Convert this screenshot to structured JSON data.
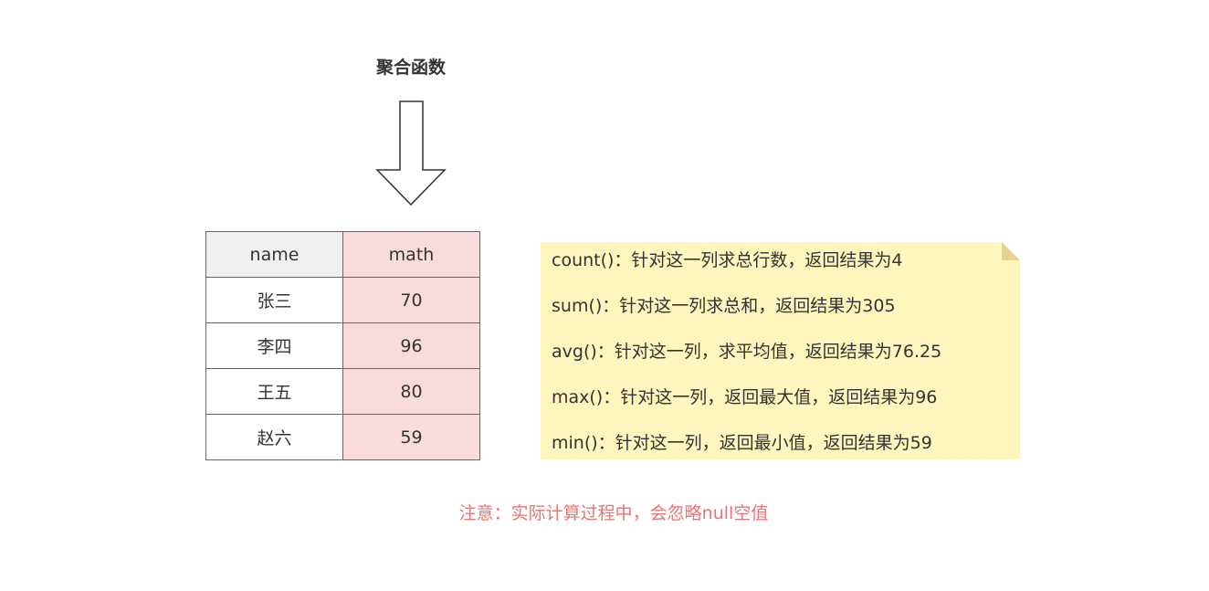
{
  "title": "聚合函数",
  "table": {
    "headers": [
      "name",
      "math"
    ],
    "rows": [
      [
        "张三",
        "70"
      ],
      [
        "李四",
        "96"
      ],
      [
        "王五",
        "80"
      ],
      [
        "赵六",
        "59"
      ]
    ]
  },
  "note": {
    "lines": [
      "count()：针对这一列求总行数，返回结果为4",
      "sum()：针对这一列求总和，返回结果为305",
      "avg()：针对这一列，求平均值，返回结果为76.25",
      "max()：针对这一列，返回最大值，返回结果为96",
      "min()：针对这一列，返回最小值，返回结果为59"
    ]
  },
  "footnote": "注意：实际计算过程中，会忽略null空值",
  "colors": {
    "math_column": "#fadbdb",
    "header_gray": "#f0f0f0",
    "note_background": "#fff6bd",
    "footnote_text": "#e67574"
  },
  "icons": {
    "arrow": "down-arrow-icon"
  }
}
